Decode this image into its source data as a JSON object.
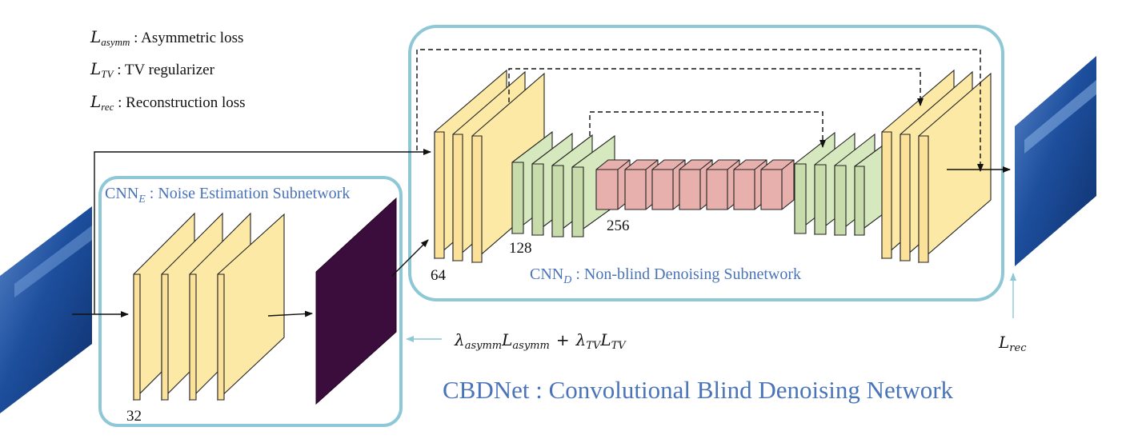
{
  "legend": [
    {
      "symbol": "L",
      "subscript": "asymm",
      "description": ": Asymmetric loss"
    },
    {
      "symbol": "L",
      "subscript": "TV",
      "description": ": TV regularizer"
    },
    {
      "symbol": "L",
      "subscript": "rec",
      "description": ": Reconstruction loss"
    }
  ],
  "cnn_e": {
    "name": "CNN",
    "subscript": "E",
    "description": ": Noise Estimation Subnetwork",
    "channels": "32"
  },
  "cnn_d": {
    "name": "CNN",
    "subscript": "D",
    "description": ": Non-blind Denoising Subnetwork",
    "channels": [
      "64",
      "128",
      "256"
    ]
  },
  "loss_formula": {
    "lambda1_sub": "asymm",
    "loss1_sub": "asymm",
    "lambda2_sub": "TV",
    "loss2_sub": "TV"
  },
  "rec_loss": {
    "symbol": "L",
    "subscript": "rec"
  },
  "title": "CBDNet : Convolutional Blind Denoising Network",
  "colors": {
    "box_outline": "#8ec7d6",
    "yellow_block": "#fde9a6",
    "green_block": "#d6e8bd",
    "red_block": "#e8b0ad",
    "noise_map": "#3b0d3d",
    "image_blue": "#1d4f9e",
    "label_blue": "#4a74b8"
  }
}
